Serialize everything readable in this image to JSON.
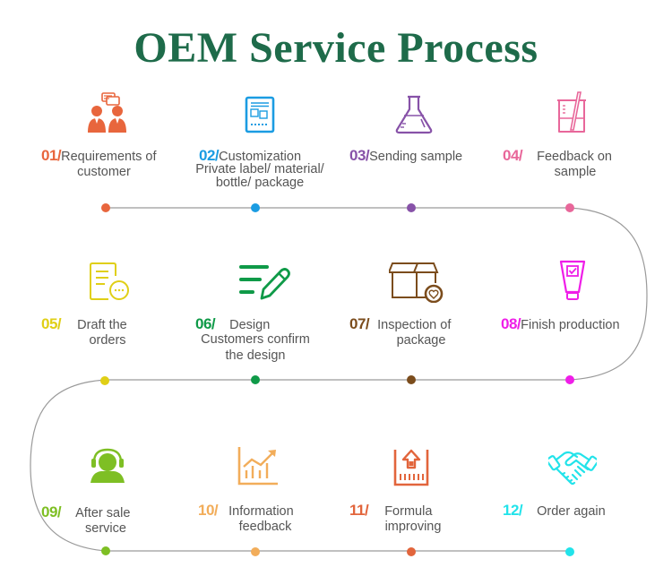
{
  "title": "OEM Service Process",
  "colors": {
    "title": "#1e6b4a",
    "line": "#9a9a9a",
    "text": "#555555"
  },
  "steps": [
    {
      "num": "01/",
      "label": "Requirements of",
      "label2": "customer",
      "label3": "",
      "icon": "people-chat-icon",
      "color": "#e8663d"
    },
    {
      "num": "02/",
      "label": "Customization",
      "label2": "Private label/ material/",
      "label3": "bottle/ package",
      "icon": "layout-document-icon",
      "color": "#1b9ce2"
    },
    {
      "num": "03/",
      "label": "Sending sample",
      "label2": "",
      "label3": "",
      "icon": "flask-icon",
      "color": "#8752a8"
    },
    {
      "num": "04/",
      "label": "Feedback on",
      "label2": "sample",
      "label3": "",
      "icon": "beaker-icon",
      "color": "#e8679a"
    },
    {
      "num": "05/",
      "label": "Draft the",
      "label2": "orders",
      "label3": "",
      "icon": "document-chat-icon",
      "color": "#e0cf16"
    },
    {
      "num": "06/",
      "label": "Design",
      "label2": "Customers confirm",
      "label3": "the design",
      "icon": "list-pencil-icon",
      "color": "#0f9a48"
    },
    {
      "num": "07/",
      "label": "Inspection of",
      "label2": "package",
      "label3": "",
      "icon": "box-heart-icon",
      "color": "#7b4c1c"
    },
    {
      "num": "08/",
      "label": "Finish production",
      "label2": "",
      "label3": "",
      "icon": "tube-check-icon",
      "color": "#ef1ee8"
    },
    {
      "num": "09/",
      "label": "After sale",
      "label2": "service",
      "label3": "",
      "icon": "headset-agent-icon",
      "color": "#7ebf24"
    },
    {
      "num": "10/",
      "label": "Information",
      "label2": "feedback",
      "label3": "",
      "icon": "growth-chart-icon",
      "color": "#f2ad5a"
    },
    {
      "num": "11/",
      "label": "Formula",
      "label2": "improving",
      "label3": "",
      "icon": "upgrade-arrow-icon",
      "color": "#e2653c"
    },
    {
      "num": "12/",
      "label": "Order again",
      "label2": "",
      "label3": "",
      "icon": "handshake-icon",
      "color": "#22e3ea"
    }
  ]
}
